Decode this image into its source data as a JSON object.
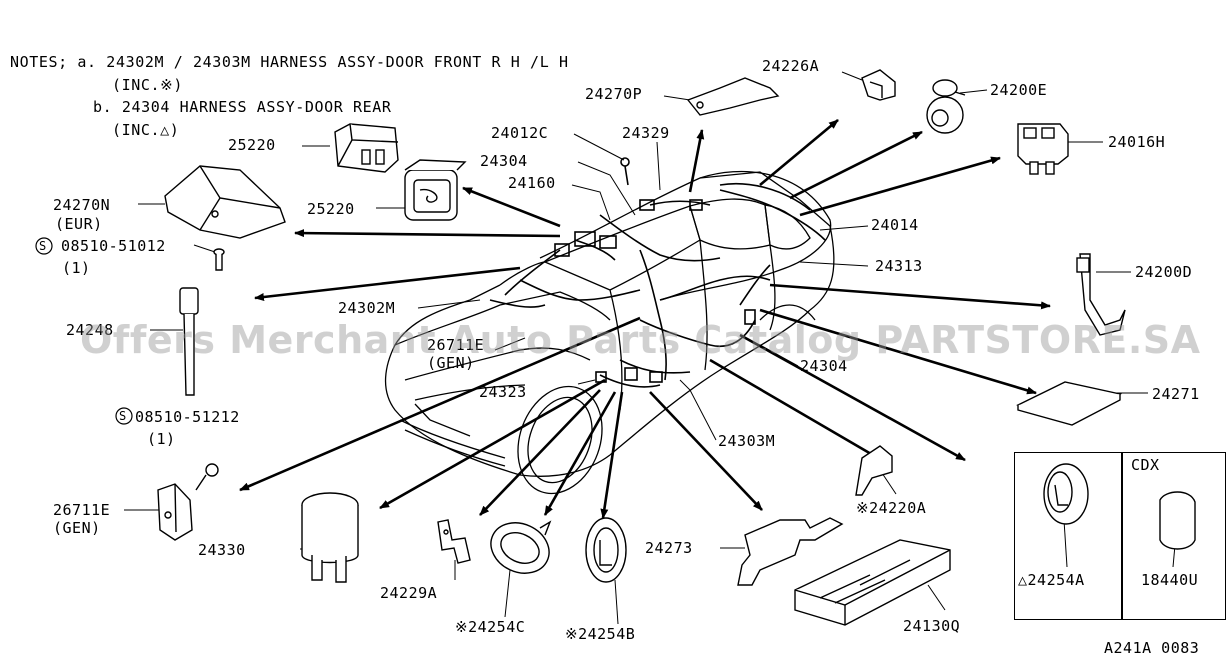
{
  "notes": {
    "line_a": "NOTES; a. 24302M / 24303M HARNESS ASSY-DOOR FRONT R H /L H",
    "line_a_inc": "(INC.※)",
    "line_b": "b. 24304 HARNESS ASSY-DOOR REAR",
    "line_b_inc": "(INC.△)"
  },
  "parts": {
    "p24226A": "24226A",
    "p24270P": "24270P",
    "p24200E": "24200E",
    "p24012C": "24012C",
    "p24329": "24329",
    "p25220a": "25220",
    "p24016H": "24016H",
    "p24304a": "24304",
    "p24160": "24160",
    "p24270N": "24270N",
    "eur": "(EUR)",
    "p25220b": "25220",
    "p24014": "24014",
    "p08510_51012": "08510-51012",
    "qty1a": "(1)",
    "p24313": "24313",
    "p24200D": "24200D",
    "p24302M": "24302M",
    "p24248": "24248",
    "p26711E_a": "26711E",
    "gen_a": "(GEN)",
    "p24304b": "24304",
    "p24323": "24323",
    "p24271": "24271",
    "p08510_51212": "08510-51212",
    "qty1b": "(1)",
    "p24303M": "24303M",
    "p24220A": "※24220A",
    "p26711E_b": "26711E",
    "gen_b": "(GEN)",
    "p24330": "24330",
    "p24273": "24273",
    "p24229A": "24229A",
    "p24254C": "※24254C",
    "p24254B": "※24254B",
    "p24130Q": "24130Q",
    "p24254A": "△24254A",
    "p18440U": "18440U",
    "cdx": "CDX",
    "s1": "S",
    "s2": "S"
  },
  "figure_code": "A241A 0083",
  "watermark": "Offers Merchant Auto Parts Catalog PARTSTORE.SA"
}
